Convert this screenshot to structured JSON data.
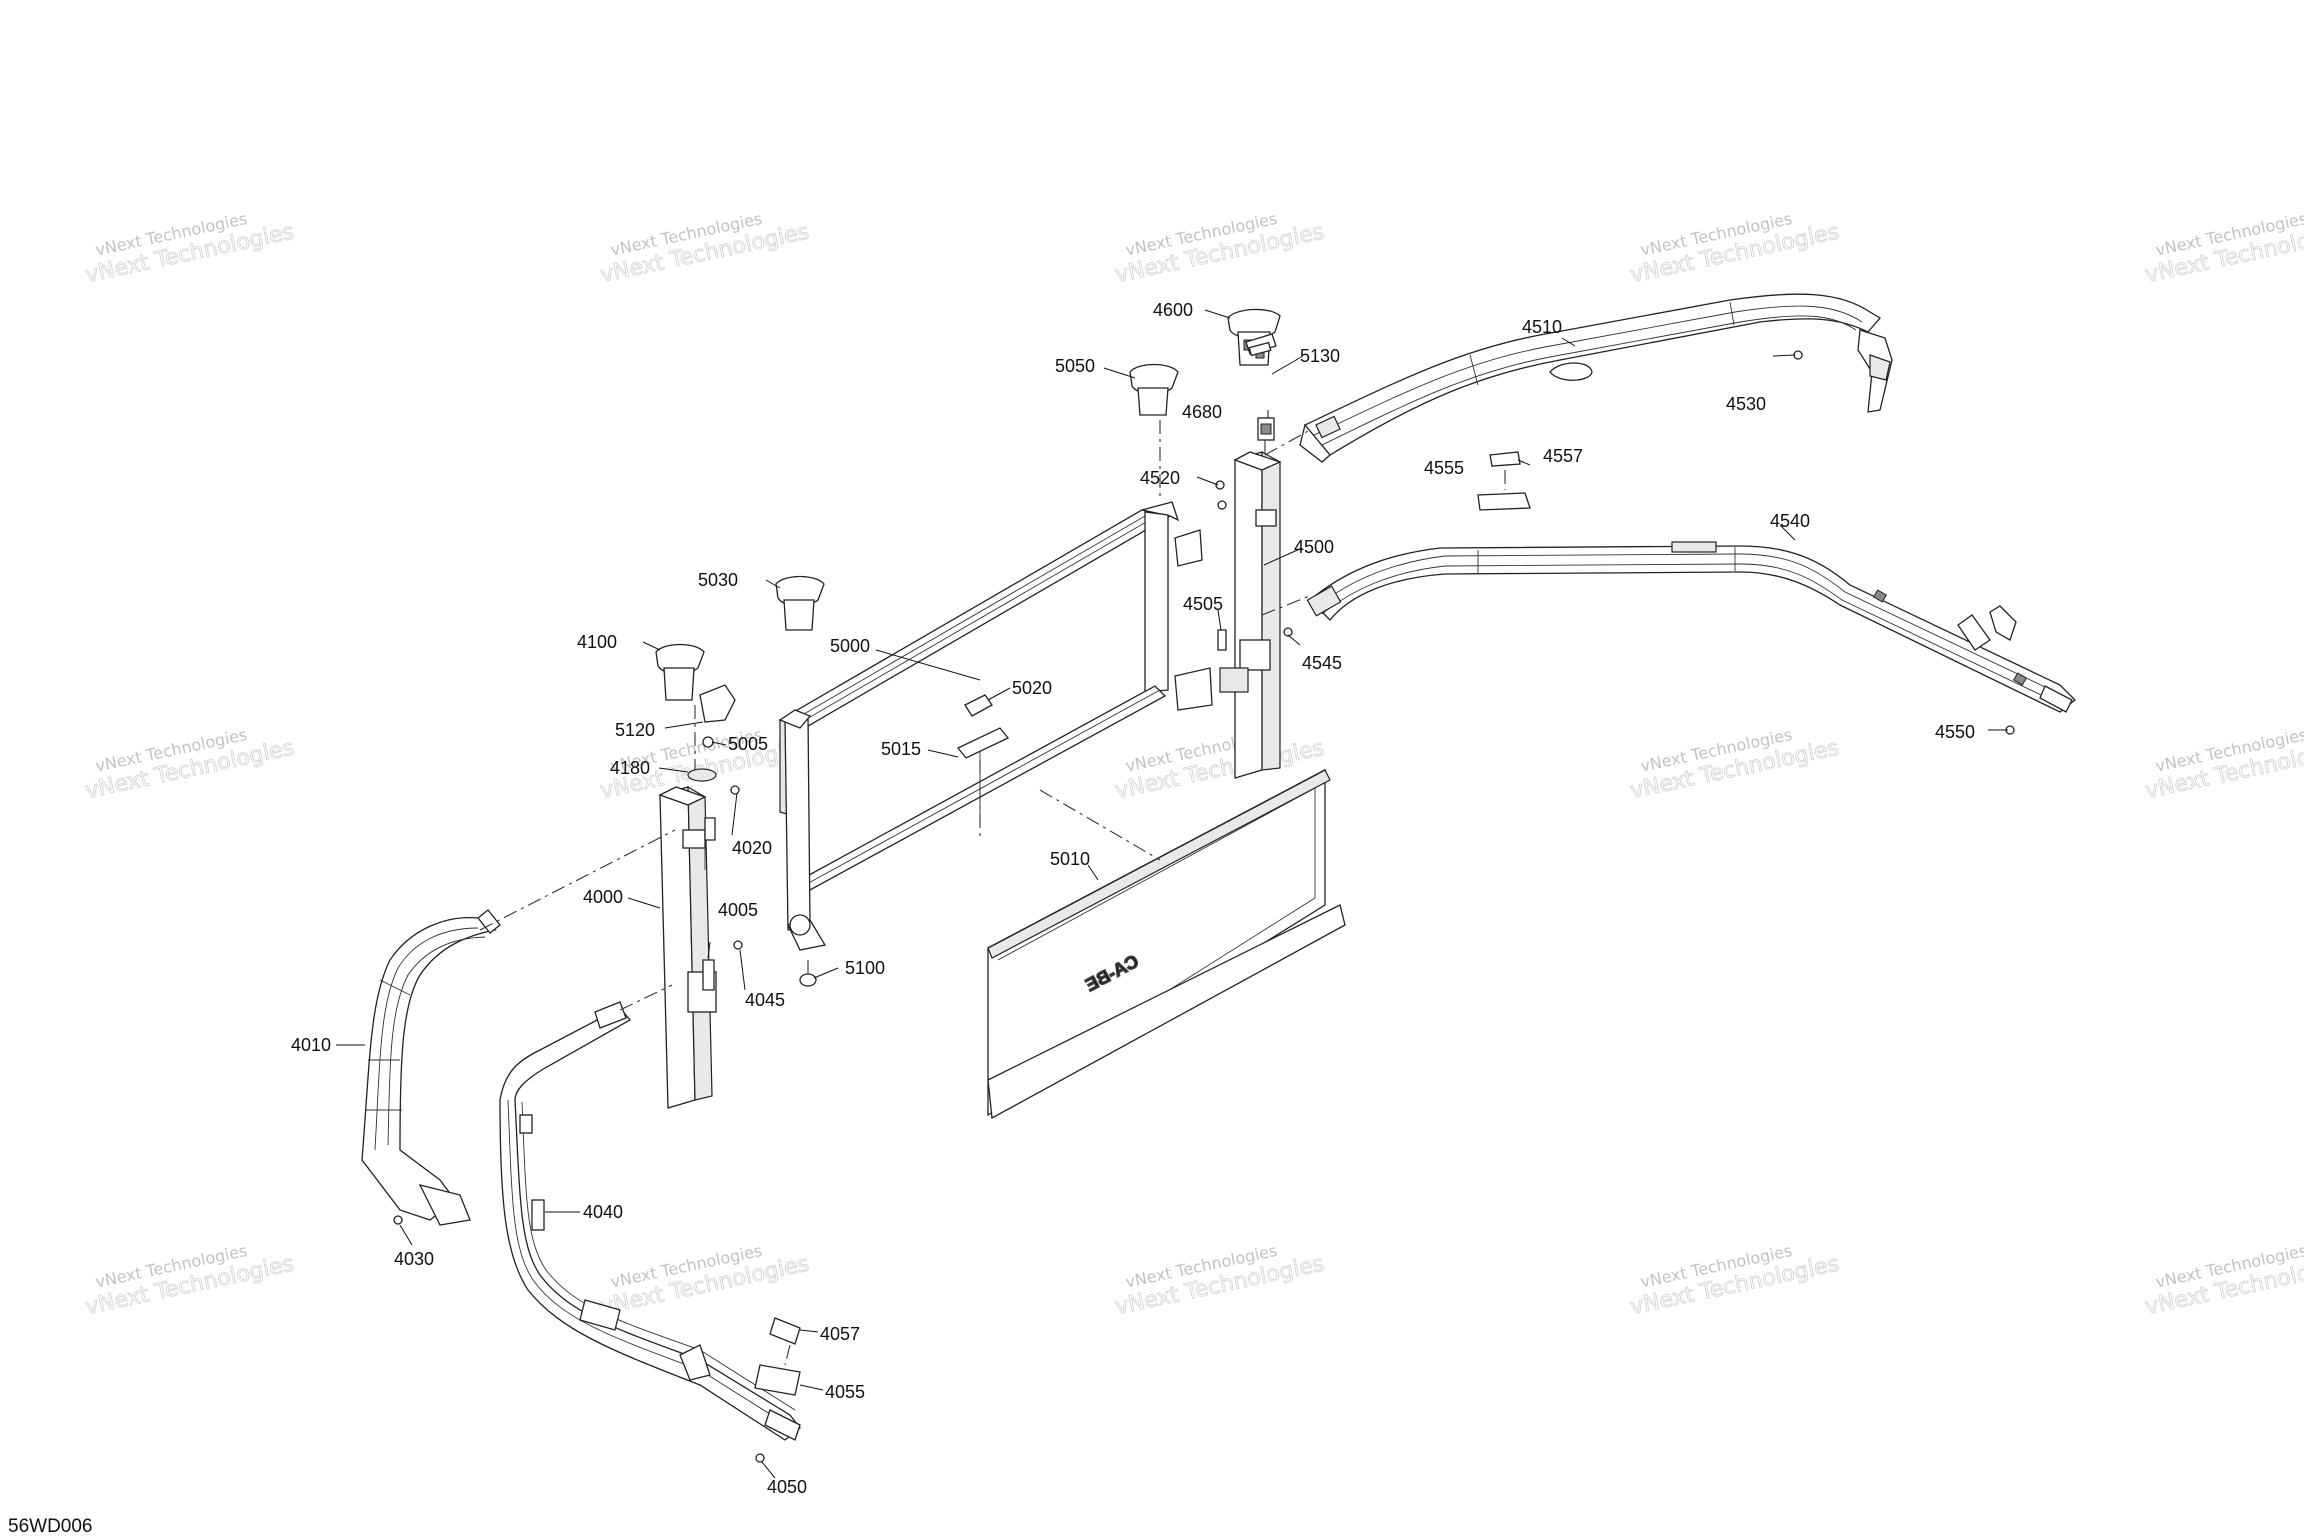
{
  "diagram_code": "56WD006",
  "watermark": {
    "line1": "vNext Technologies",
    "line2": "vNext Technologies"
  },
  "parts": [
    {
      "id": "p4600",
      "label": "4600"
    },
    {
      "id": "p5130",
      "label": "5130"
    },
    {
      "id": "p5050",
      "label": "5050"
    },
    {
      "id": "p4680",
      "label": "4680"
    },
    {
      "id": "p4510",
      "label": "4510"
    },
    {
      "id": "p4530",
      "label": "4530"
    },
    {
      "id": "p4520",
      "label": "4520"
    },
    {
      "id": "p4555",
      "label": "4555"
    },
    {
      "id": "p4557",
      "label": "4557"
    },
    {
      "id": "p4500",
      "label": "4500"
    },
    {
      "id": "p4540",
      "label": "4540"
    },
    {
      "id": "p5030",
      "label": "5030"
    },
    {
      "id": "p4505",
      "label": "4505"
    },
    {
      "id": "p4545",
      "label": "4545"
    },
    {
      "id": "p4100",
      "label": "4100"
    },
    {
      "id": "p5000",
      "label": "5000"
    },
    {
      "id": "p5020",
      "label": "5020"
    },
    {
      "id": "p4550",
      "label": "4550"
    },
    {
      "id": "p5120",
      "label": "5120"
    },
    {
      "id": "p5005",
      "label": "5005"
    },
    {
      "id": "p5015",
      "label": "5015"
    },
    {
      "id": "p4180",
      "label": "4180"
    },
    {
      "id": "p4020",
      "label": "4020"
    },
    {
      "id": "p5010",
      "label": "5010"
    },
    {
      "id": "p4000",
      "label": "4000"
    },
    {
      "id": "p4005",
      "label": "4005"
    },
    {
      "id": "p5100",
      "label": "5100"
    },
    {
      "id": "p4045",
      "label": "4045"
    },
    {
      "id": "p4010",
      "label": "4010"
    },
    {
      "id": "p4040",
      "label": "4040"
    },
    {
      "id": "p4030",
      "label": "4030"
    },
    {
      "id": "p4057",
      "label": "4057"
    },
    {
      "id": "p4055",
      "label": "4055"
    },
    {
      "id": "p4050",
      "label": "4050"
    }
  ]
}
